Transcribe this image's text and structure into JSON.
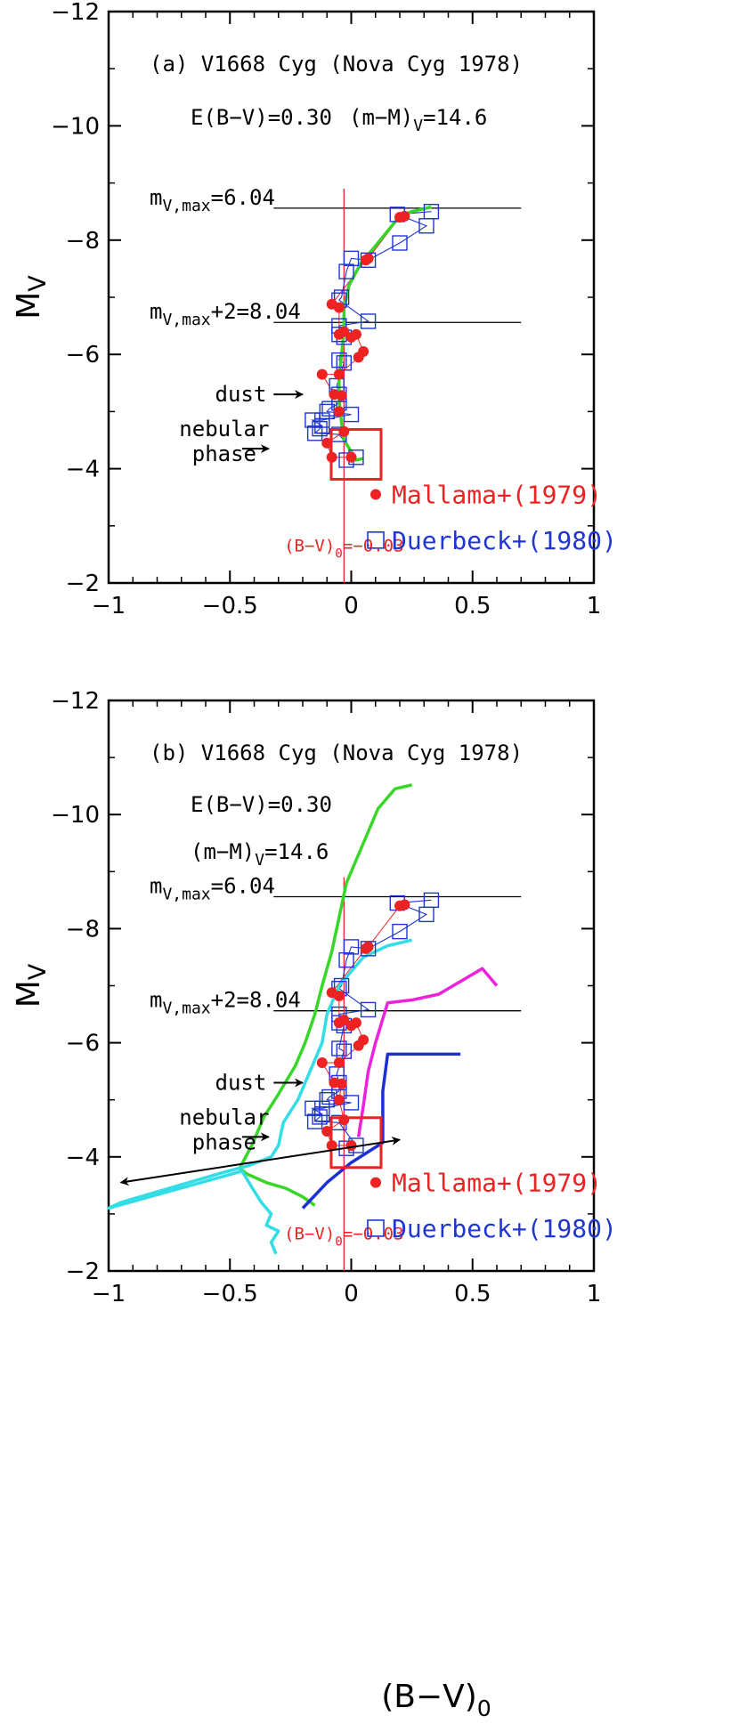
{
  "chart_data": [
    {
      "panel": "a",
      "type": "scatter",
      "title": "(a) V1668 Cyg (Nova Cyg 1978)",
      "extinction": "E(B−V)=0.30",
      "distance_modulus": "(m−M)V=14.6",
      "distance_modulus_main": "(m−M)",
      "distance_modulus_sub": "V",
      "distance_modulus_tail": "=14.6",
      "xlim": [
        -1,
        1
      ],
      "ylim": [
        -2,
        -12
      ],
      "xticks": [
        "−1",
        "−0.5",
        "0",
        "0.5",
        "1"
      ],
      "yticks": [
        "−2",
        "−4",
        "−6",
        "−8",
        "−10",
        "−12"
      ],
      "ylabel": "MV",
      "max_line": {
        "label": "mV,max=6.04",
        "y": -8.56,
        "x": [
          -0.32,
          0.7
        ]
      },
      "max2_line": {
        "label": "mV,max+2=8.04",
        "y": -6.56,
        "x": [
          -0.32,
          0.7
        ]
      },
      "intrinsic_color": {
        "label": "(B−V)0=−0.03",
        "x": -0.03
      },
      "box": {
        "x": 0.02,
        "y": -4.25
      },
      "arrows": [
        {
          "label": "dust",
          "from": [
            -0.32,
            -5.3
          ],
          "to": [
            -0.2,
            -5.3
          ]
        },
        {
          "label_line1": "nebular",
          "label_line2": "phase",
          "from": [
            -0.45,
            -4.35
          ],
          "to": [
            -0.34,
            -4.35
          ]
        }
      ],
      "legend": [
        {
          "label": "Mallama+(1979)",
          "marker": "filled-circle",
          "color": "#ee2222"
        },
        {
          "label": "Duerbeck+(1980)",
          "marker": "open-square",
          "color": "#1f36d0"
        }
      ],
      "series": [
        {
          "name": "Mallama+(1979)",
          "color": "#ee2222",
          "points": [
            [
              0.22,
              -8.42
            ],
            [
              0.2,
              -8.4
            ],
            [
              0.07,
              -7.68
            ],
            [
              0.06,
              -7.65
            ],
            [
              -0.08,
              -6.88
            ],
            [
              -0.05,
              -6.82
            ],
            [
              -0.05,
              -6.35
            ],
            [
              -0.03,
              -6.4
            ],
            [
              0.0,
              -6.3
            ],
            [
              0.02,
              -6.35
            ],
            [
              0.05,
              -6.05
            ],
            [
              0.03,
              -5.95
            ],
            [
              -0.05,
              -5.65
            ],
            [
              -0.12,
              -5.65
            ],
            [
              -0.07,
              -5.3
            ],
            [
              -0.04,
              -5.28
            ],
            [
              -0.05,
              -5.0
            ],
            [
              -0.03,
              -4.65
            ],
            [
              -0.1,
              -4.45
            ],
            [
              -0.08,
              -4.2
            ],
            [
              0.0,
              -4.2
            ]
          ]
        },
        {
          "name": "Duerbeck+(1980)",
          "color": "#1f36d0",
          "points": [
            [
              0.33,
              -8.5
            ],
            [
              0.19,
              -8.45
            ],
            [
              0.31,
              -8.25
            ],
            [
              0.2,
              -7.95
            ],
            [
              0.07,
              -7.65
            ],
            [
              0.0,
              -7.68
            ],
            [
              -0.02,
              -7.45
            ],
            [
              -0.04,
              -7.0
            ],
            [
              -0.05,
              -6.95
            ],
            [
              0.07,
              -6.58
            ],
            [
              -0.05,
              -6.5
            ],
            [
              -0.05,
              -6.35
            ],
            [
              -0.03,
              -6.3
            ],
            [
              -0.05,
              -5.9
            ],
            [
              -0.03,
              -5.85
            ],
            [
              -0.06,
              -5.45
            ],
            [
              -0.05,
              -5.3
            ],
            [
              -0.05,
              -5.15
            ],
            [
              -0.09,
              -5.05
            ],
            [
              -0.1,
              -5.0
            ],
            [
              0.0,
              -4.95
            ],
            [
              -0.12,
              -4.85
            ],
            [
              -0.16,
              -4.85
            ],
            [
              -0.12,
              -4.75
            ],
            [
              -0.13,
              -4.7
            ],
            [
              -0.15,
              -4.62
            ],
            [
              -0.05,
              -4.6
            ],
            [
              0.02,
              -4.2
            ],
            [
              -0.02,
              -4.15
            ]
          ]
        },
        {
          "name": "",
          "color": "#39d62a",
          "points": [
            [
              0.33,
              -8.58
            ],
            [
              0.25,
              -8.5
            ],
            [
              0.2,
              -8.42
            ],
            [
              0.1,
              -7.9
            ],
            [
              0.04,
              -7.6
            ],
            [
              -0.01,
              -7.2
            ],
            [
              -0.03,
              -6.8
            ],
            [
              -0.03,
              -6.4
            ],
            [
              -0.04,
              -6.0
            ],
            [
              -0.05,
              -5.6
            ],
            [
              -0.05,
              -5.2
            ],
            [
              -0.04,
              -4.8
            ],
            [
              -0.03,
              -4.5
            ],
            [
              0.0,
              -4.3
            ],
            [
              0.02,
              -4.15
            ],
            [
              0.05,
              -4.18
            ]
          ]
        }
      ]
    },
    {
      "panel": "b",
      "type": "scatter",
      "title": "(b) V1668 Cyg (Nova Cyg 1978)",
      "extinction": "E(B−V)=0.30",
      "distance_modulus": "(m−M)V=14.6",
      "distance_modulus_main": "(m−M)",
      "distance_modulus_sub": "V",
      "distance_modulus_tail": "=14.6",
      "xlim": [
        -1,
        1
      ],
      "ylim": [
        -2,
        -12
      ],
      "xticks": [
        "−1",
        "−0.5",
        "0",
        "0.5",
        "1"
      ],
      "yticks": [
        "−2",
        "−4",
        "−6",
        "−8",
        "−10",
        "−12"
      ],
      "ylabel": "MV",
      "xlabel": "(B−V)0",
      "max_line": {
        "label": "mV,max=6.04",
        "y": -8.56,
        "x": [
          -0.32,
          0.7
        ]
      },
      "max2_line": {
        "label": "mV,max+2=8.04",
        "y": -6.56,
        "x": [
          -0.32,
          0.7
        ]
      },
      "intrinsic_color": {
        "label": "(B−V)0=−0.03",
        "x": -0.03
      },
      "box": {
        "x": 0.02,
        "y": -4.25
      },
      "arrows": [
        {
          "label": "dust",
          "from": [
            -0.32,
            -5.3
          ],
          "to": [
            -0.2,
            -5.3
          ]
        },
        {
          "label_line1": "nebular",
          "label_line2": "phase",
          "from": [
            -0.45,
            -4.35
          ],
          "to": [
            -0.34,
            -4.35
          ]
        },
        {
          "label": "",
          "from": [
            -0.95,
            -3.55
          ],
          "to": [
            0.2,
            -4.3
          ],
          "double": true
        }
      ],
      "legend": [
        {
          "label": "Mallama+(1979)",
          "marker": "filled-circle",
          "color": "#ee2222"
        },
        {
          "label": "Duerbeck+(1980)",
          "marker": "open-square",
          "color": "#1f36d0"
        }
      ],
      "series": [
        {
          "name": "Mallama+(1979)",
          "color": "#ee2222",
          "points": [
            [
              0.22,
              -8.42
            ],
            [
              0.2,
              -8.4
            ],
            [
              0.07,
              -7.68
            ],
            [
              0.06,
              -7.65
            ],
            [
              -0.08,
              -6.88
            ],
            [
              -0.05,
              -6.82
            ],
            [
              -0.05,
              -6.35
            ],
            [
              -0.03,
              -6.4
            ],
            [
              0.0,
              -6.3
            ],
            [
              0.02,
              -6.35
            ],
            [
              0.05,
              -6.05
            ],
            [
              0.03,
              -5.95
            ],
            [
              -0.05,
              -5.65
            ],
            [
              -0.12,
              -5.65
            ],
            [
              -0.07,
              -5.3
            ],
            [
              -0.04,
              -5.28
            ],
            [
              -0.05,
              -5.0
            ],
            [
              -0.03,
              -4.65
            ],
            [
              -0.1,
              -4.45
            ],
            [
              -0.08,
              -4.2
            ],
            [
              0.0,
              -4.2
            ]
          ]
        },
        {
          "name": "Duerbeck+(1980)",
          "color": "#1f36d0",
          "points": [
            [
              0.33,
              -8.5
            ],
            [
              0.19,
              -8.45
            ],
            [
              0.31,
              -8.25
            ],
            [
              0.2,
              -7.95
            ],
            [
              0.07,
              -7.65
            ],
            [
              0.0,
              -7.68
            ],
            [
              -0.02,
              -7.45
            ],
            [
              -0.04,
              -7.0
            ],
            [
              -0.05,
              -6.95
            ],
            [
              0.07,
              -6.58
            ],
            [
              -0.05,
              -6.5
            ],
            [
              -0.05,
              -6.35
            ],
            [
              -0.03,
              -6.3
            ],
            [
              -0.05,
              -5.9
            ],
            [
              -0.03,
              -5.85
            ],
            [
              -0.06,
              -5.45
            ],
            [
              -0.05,
              -5.3
            ],
            [
              -0.05,
              -5.15
            ],
            [
              -0.09,
              -5.05
            ],
            [
              -0.1,
              -5.0
            ],
            [
              0.0,
              -4.95
            ],
            [
              -0.12,
              -4.85
            ],
            [
              -0.16,
              -4.85
            ],
            [
              -0.12,
              -4.75
            ],
            [
              -0.13,
              -4.7
            ],
            [
              -0.15,
              -4.62
            ],
            [
              -0.05,
              -4.6
            ],
            [
              0.02,
              -4.2
            ],
            [
              -0.02,
              -4.15
            ]
          ]
        },
        {
          "name": "",
          "color": "#39d62a",
          "points": [
            [
              0.25,
              -10.52
            ],
            [
              0.18,
              -10.45
            ],
            [
              0.11,
              -10.1
            ],
            [
              0.05,
              -9.5
            ],
            [
              -0.02,
              -8.8
            ],
            [
              -0.05,
              -8.2
            ],
            [
              -0.08,
              -7.6
            ],
            [
              -0.12,
              -7.0
            ],
            [
              -0.15,
              -6.5
            ],
            [
              -0.19,
              -6.0
            ],
            [
              -0.23,
              -5.6
            ],
            [
              -0.3,
              -5.1
            ],
            [
              -0.36,
              -4.7
            ],
            [
              -0.41,
              -4.2
            ],
            [
              -0.46,
              -3.8
            ],
            [
              -0.43,
              -3.7
            ],
            [
              -0.35,
              -3.55
            ],
            [
              -0.27,
              -3.45
            ],
            [
              -0.2,
              -3.3
            ],
            [
              -0.15,
              -3.15
            ]
          ]
        },
        {
          "name": "",
          "color": "#33dde6",
          "points": [
            [
              0.25,
              -7.8
            ],
            [
              0.15,
              -7.7
            ],
            [
              0.05,
              -7.5
            ],
            [
              -0.05,
              -7.0
            ],
            [
              -0.1,
              -6.5
            ],
            [
              -0.12,
              -6.0
            ],
            [
              -0.17,
              -5.5
            ],
            [
              -0.22,
              -5.0
            ],
            [
              -0.28,
              -4.6
            ],
            [
              -0.3,
              -4.2
            ],
            [
              -0.33,
              -4.0
            ],
            [
              -0.42,
              -3.85
            ],
            [
              -0.55,
              -3.7
            ],
            [
              -0.75,
              -3.45
            ],
            [
              -0.95,
              -3.2
            ],
            [
              -1.0,
              -3.1
            ],
            [
              -0.45,
              -3.75
            ],
            [
              -0.4,
              -3.4
            ],
            [
              -0.37,
              -3.2
            ],
            [
              -0.33,
              -3.0
            ],
            [
              -0.35,
              -2.8
            ],
            [
              -0.3,
              -2.7
            ],
            [
              -0.33,
              -2.5
            ],
            [
              -0.31,
              -2.3
            ]
          ]
        },
        {
          "name": "",
          "color": "#ee22dd",
          "points": [
            [
              0.6,
              -7.0
            ],
            [
              0.54,
              -7.3
            ],
            [
              0.46,
              -7.1
            ],
            [
              0.36,
              -6.85
            ],
            [
              0.25,
              -6.75
            ],
            [
              0.15,
              -6.7
            ],
            [
              0.1,
              -6.0
            ],
            [
              0.07,
              -5.5
            ],
            [
              0.05,
              -4.9
            ],
            [
              0.03,
              -4.35
            ]
          ]
        },
        {
          "name": "",
          "color": "#1f2fd6",
          "points": [
            [
              0.45,
              -5.8
            ],
            [
              0.15,
              -5.8
            ],
            [
              0.13,
              -5.15
            ],
            [
              0.13,
              -4.25
            ],
            [
              0.0,
              -3.9
            ],
            [
              -0.1,
              -3.55
            ],
            [
              -0.2,
              -3.1
            ]
          ]
        }
      ]
    }
  ]
}
